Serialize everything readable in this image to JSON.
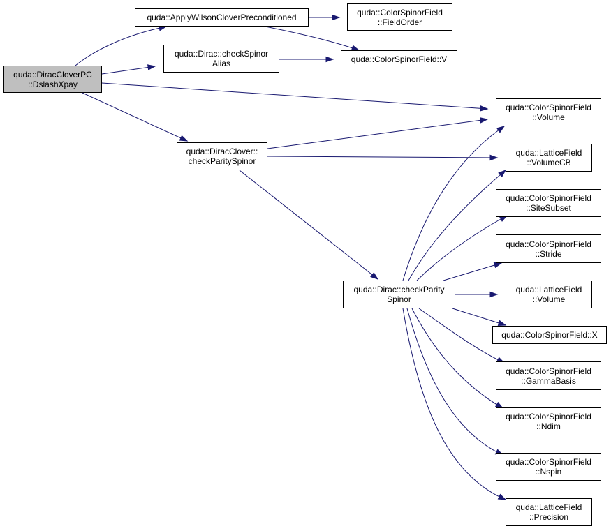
{
  "colors": {
    "edge": "#191970",
    "root_fill": "#bfbfbf",
    "node_fill": "#ffffff",
    "border": "#000000"
  },
  "nodes": {
    "root": {
      "line1": "quda::DiracCloverPC",
      "line2": "::DslashXpay"
    },
    "apply": {
      "line1": "quda::ApplyWilsonCloverPreconditioned",
      "line2": ""
    },
    "fieldorder": {
      "line1": "quda::ColorSpinorField",
      "line2": "::FieldOrder"
    },
    "checkalias": {
      "line1": "quda::Dirac::checkSpinor",
      "line2": "Alias"
    },
    "v": {
      "line1": "quda::ColorSpinorField::V",
      "line2": ""
    },
    "volume": {
      "line1": "quda::ColorSpinorField",
      "line2": "::Volume"
    },
    "clovercheck": {
      "line1": "quda::DiracClover::",
      "line2": "checkParitySpinor"
    },
    "volumecb": {
      "line1": "quda::LatticeField",
      "line2": "::VolumeCB"
    },
    "sitesubset": {
      "line1": "quda::ColorSpinorField",
      "line2": "::SiteSubset"
    },
    "stride": {
      "line1": "quda::ColorSpinorField",
      "line2": "::Stride"
    },
    "diraccheck": {
      "line1": "quda::Dirac::checkParity",
      "line2": "Spinor"
    },
    "lfvolume": {
      "line1": "quda::LatticeField",
      "line2": "::Volume"
    },
    "x": {
      "line1": "quda::ColorSpinorField::X",
      "line2": ""
    },
    "gammabasis": {
      "line1": "quda::ColorSpinorField",
      "line2": "::GammaBasis"
    },
    "ndim": {
      "line1": "quda::ColorSpinorField",
      "line2": "::Ndim"
    },
    "nspin": {
      "line1": "quda::ColorSpinorField",
      "line2": "::Nspin"
    },
    "precision": {
      "line1": "quda::LatticeField",
      "line2": "::Precision"
    }
  }
}
